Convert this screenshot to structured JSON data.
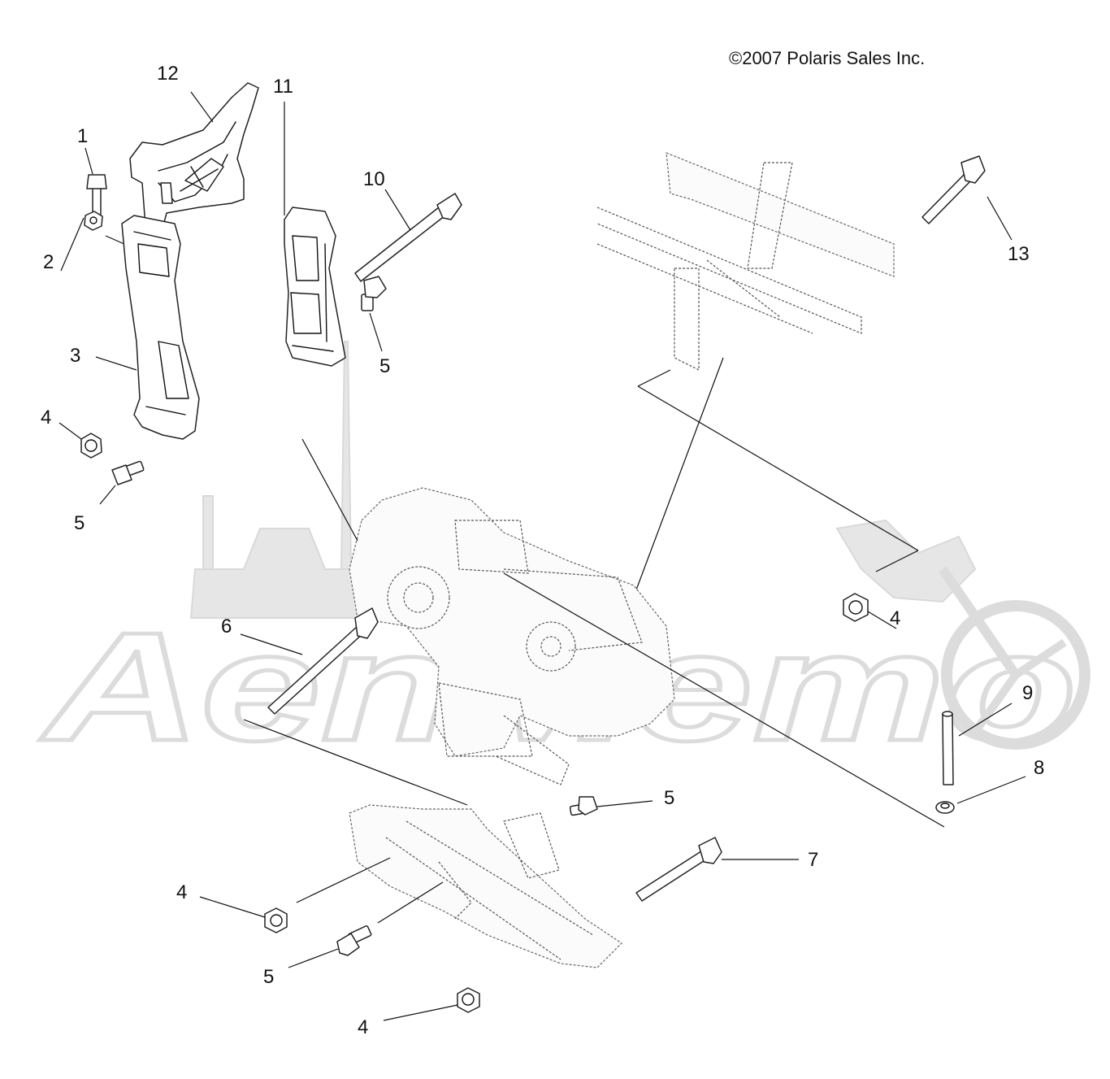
{
  "copyright": "©2007 Polaris Sales Inc.",
  "watermark": {
    "text": "AenMemo",
    "kind": "logo"
  },
  "callouts": [
    {
      "id": "c1",
      "label": "1"
    },
    {
      "id": "c2",
      "label": "2"
    },
    {
      "id": "c3",
      "label": "3"
    },
    {
      "id": "c4a",
      "label": "4"
    },
    {
      "id": "c5a",
      "label": "5"
    },
    {
      "id": "c12",
      "label": "12"
    },
    {
      "id": "c11",
      "label": "11"
    },
    {
      "id": "c10",
      "label": "10"
    },
    {
      "id": "c5b",
      "label": "5"
    },
    {
      "id": "c13",
      "label": "13"
    },
    {
      "id": "c4b",
      "label": "4"
    },
    {
      "id": "c6",
      "label": "6"
    },
    {
      "id": "c9",
      "label": "9"
    },
    {
      "id": "c8",
      "label": "8"
    },
    {
      "id": "c5c",
      "label": "5"
    },
    {
      "id": "c7",
      "label": "7"
    },
    {
      "id": "c4c",
      "label": "4"
    },
    {
      "id": "c5d",
      "label": "5"
    },
    {
      "id": "c4d",
      "label": "4"
    }
  ],
  "colors": {
    "line": "#111111",
    "watermark": "#e0e0e0",
    "background": "#ffffff"
  }
}
